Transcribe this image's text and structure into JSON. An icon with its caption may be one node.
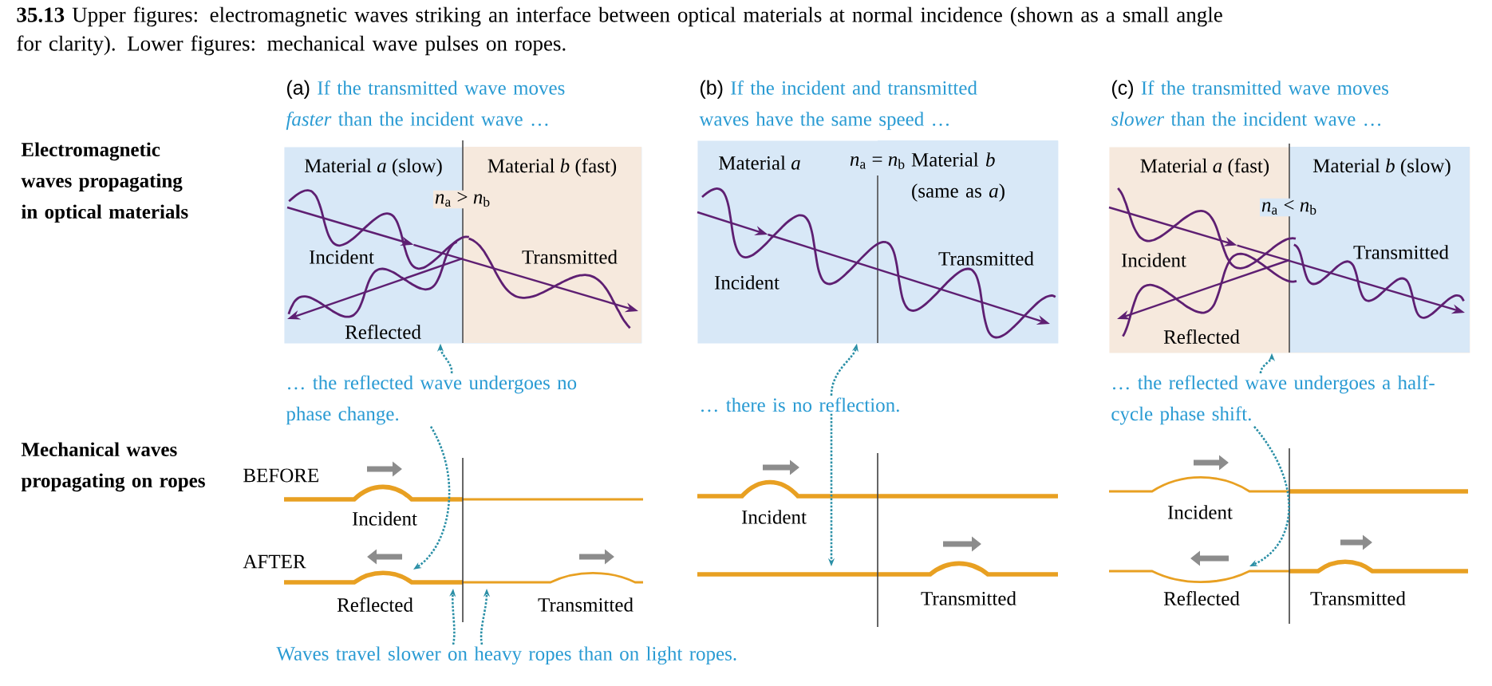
{
  "diagram": {
    "title": "**35.13** Upper figures: electromagnetic waves striking an interface between optical materials at normal incidence (shown as a small angle for clarity). Lower figures: mechanical wave pulses on ropes.",
    "nodes": [
      {
        "text": [
          "(a)",
          "If the transmitted wave moves *faster* than the incident wave …",
          "Material *a* (slow)",
          "Material *b* (fast)",
          "*n*$_{a}$ > *n*$_{b}$",
          "Incident",
          "Transmitted",
          "Reflected"
        ]
      },
      {
        "text": [
          "(b)",
          "If the incident and transmitted waves have the same speed …",
          "Material *a*",
          "*n*$_{a}$ = *n*$_{b}$",
          "Material *b* (same as *a*)",
          "Incident",
          "Transmitted"
        ]
      },
      {
        "text": [
          "(c)",
          "If the transmitted wave moves *slower* than the incident wave …",
          "Material *a* (fast)",
          "Material *b* (slow)",
          "*n*$_{a}$ < *n*$_{b}$",
          "Incident",
          "Transmitted",
          "Reflected"
        ]
      },
      {
        "text": [
          "… the reflected wave undergoes no phase change."
        ]
      },
      {
        "text": [
          "… there is no reflection."
        ]
      },
      {
        "text": [
          "… the reflected wave undergoes a half-cycle phase shift."
        ]
      },
      {
        "text": [
          "Waves travel slower on heavy ropes than on light ropes."
        ]
      }
    ],
    "edges": [
      {
        "from": 3,
        "to": 0,
        "arrow": "to"
      },
      {
        "from": 3,
        "to": null,
        "arrow": "to"
      },
      {
        "from": 4,
        "to": 1,
        "arrow": "to"
      },
      {
        "from": 4,
        "to": null,
        "arrow": "to"
      },
      {
        "from": 5,
        "to": 2,
        "arrow": "to"
      },
      {
        "from": 5,
        "to": null,
        "arrow": "to"
      },
      {
        "from": 6,
        "to": null,
        "arrow": "to"
      },
      {
        "from": 6,
        "to": null,
        "arrow": "to"
      }
    ],
    "labels": [
      "Electromagnetic waves propagating in optical materials",
      "Mechanical waves propagating on ropes",
      "BEFORE",
      "Incident",
      "Incident",
      "Incident",
      "AFTER",
      "Reflected",
      "Transmitted",
      "Transmitted",
      "Reflected",
      "Transmitted"
    ]
  }
}
